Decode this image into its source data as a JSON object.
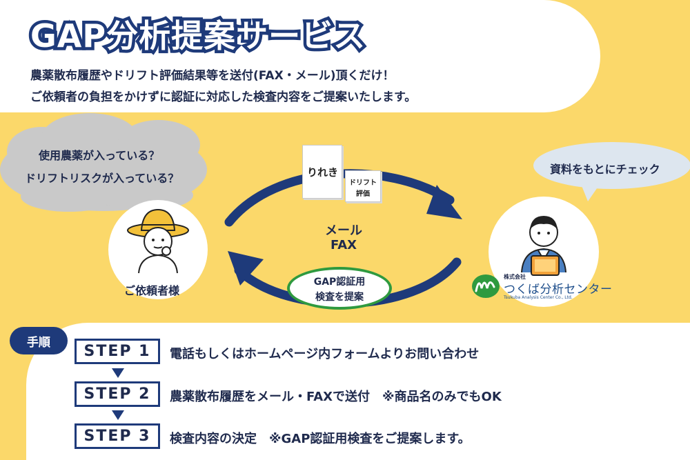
{
  "header": {
    "title": "GAP分析提案サービス",
    "description_line1": "農薬散布履歴やドリフト評価結果等を送付(FAX・メール)頂くだけ！",
    "description_line2": "ご依頼者の負担をかけずに認証に対応した検査内容をご提案いたします。"
  },
  "flow": {
    "client_thought_line1": "使用農薬が入っている？",
    "client_thought_line2": "ドリフトリスクが入っている？",
    "client_label": "ご依頼者様",
    "document_rireki": "りれき",
    "document_drift_line1": "ドリフト",
    "document_drift_line2": "評価",
    "send_method_line1": "メール",
    "send_method_line2": "FAX",
    "proposal_line1": "GAP認証用",
    "proposal_line2": "検査を提案",
    "analyst_speech": "資料をもとにチェック",
    "company_prefix": "株式会社",
    "company_name": "つくば分析センター",
    "company_english": "Tsukuba Analysis Center Co., Ltd."
  },
  "procedure": {
    "label": "手順",
    "steps": [
      {
        "label": "STEP 1",
        "text": "電話もしくはホームページ内フォームよりお問い合わせ"
      },
      {
        "label": "STEP 2",
        "text": "農薬散布履歴をメール・FAXで送付　※商品名のみでもOK"
      },
      {
        "label": "STEP 3",
        "text": "検査内容の決定　※GAP認証用検査をご提案します。"
      }
    ]
  },
  "colors": {
    "background": "#fbd86a",
    "navy": "#1e3a7a",
    "green": "#2f9a3f",
    "thought_bubble": "#c9c9c9",
    "speech_bubble": "#dde6ef"
  }
}
